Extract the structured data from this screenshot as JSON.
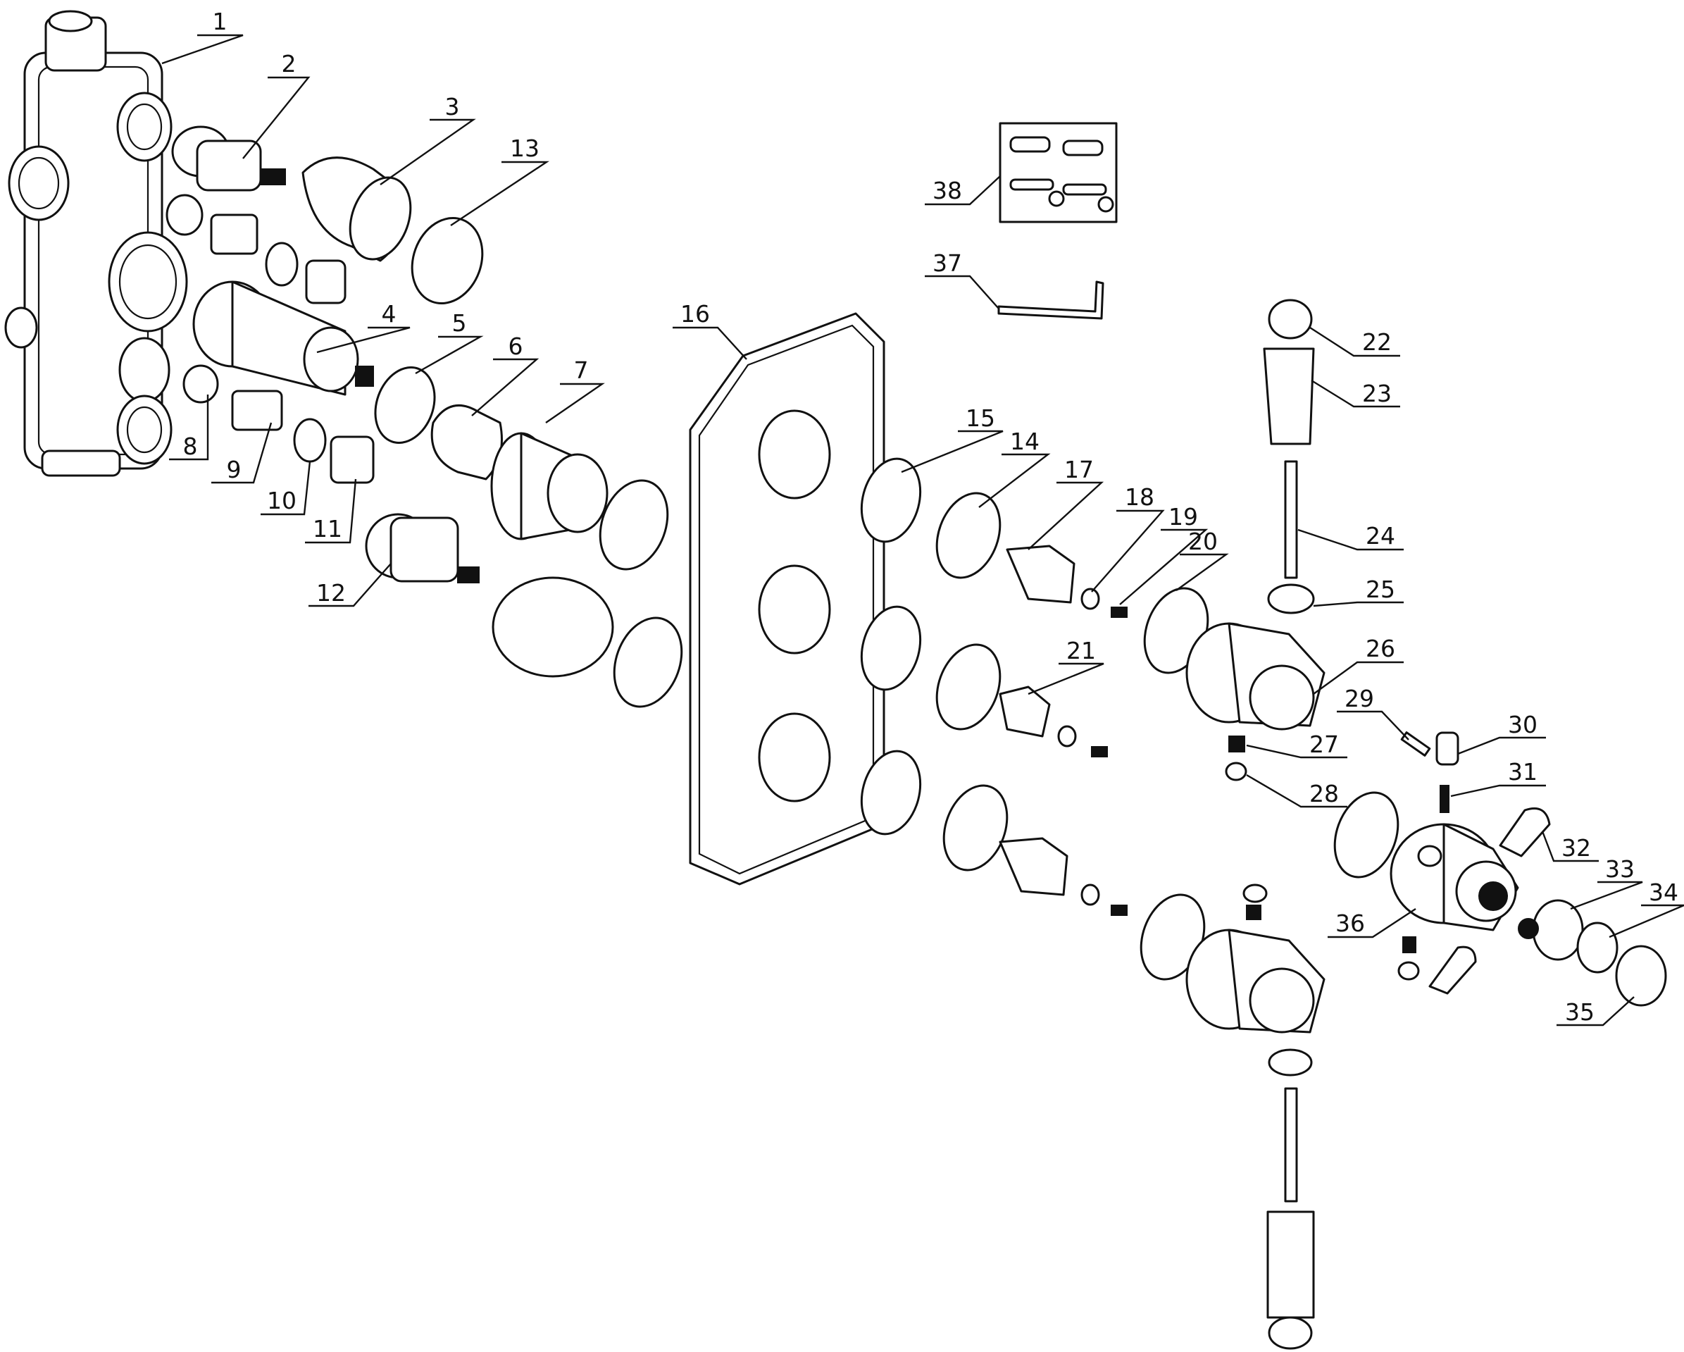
{
  "callouts": [
    {
      "number": "1"
    },
    {
      "number": "2"
    },
    {
      "number": "3"
    },
    {
      "number": "4"
    },
    {
      "number": "5"
    },
    {
      "number": "6"
    },
    {
      "number": "7"
    },
    {
      "number": "8"
    },
    {
      "number": "9"
    },
    {
      "number": "10"
    },
    {
      "number": "11"
    },
    {
      "number": "12"
    },
    {
      "number": "13"
    },
    {
      "number": "14"
    },
    {
      "number": "15"
    },
    {
      "number": "16"
    },
    {
      "number": "17"
    },
    {
      "number": "18"
    },
    {
      "number": "19"
    },
    {
      "number": "20"
    },
    {
      "number": "21"
    },
    {
      "number": "22"
    },
    {
      "number": "23"
    },
    {
      "number": "24"
    },
    {
      "number": "25"
    },
    {
      "number": "26"
    },
    {
      "number": "27"
    },
    {
      "number": "28"
    },
    {
      "number": "29"
    },
    {
      "number": "30"
    },
    {
      "number": "31"
    },
    {
      "number": "32"
    },
    {
      "number": "33"
    },
    {
      "number": "34"
    },
    {
      "number": "35"
    },
    {
      "number": "36"
    },
    {
      "number": "37"
    },
    {
      "number": "38"
    }
  ]
}
